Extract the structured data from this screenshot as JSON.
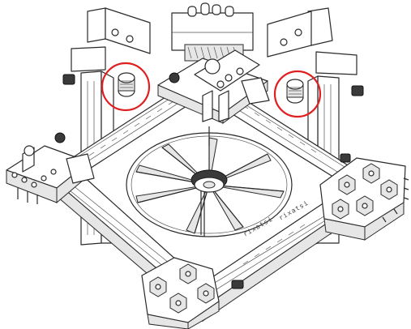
{
  "diagram": {
    "engraving_1": "rixatsi",
    "engraving_2": "rixatsi",
    "highlight_color": "#e02020",
    "highlights": [
      "left-thumbscrew-highlight",
      "right-thumbscrew-highlight"
    ]
  }
}
